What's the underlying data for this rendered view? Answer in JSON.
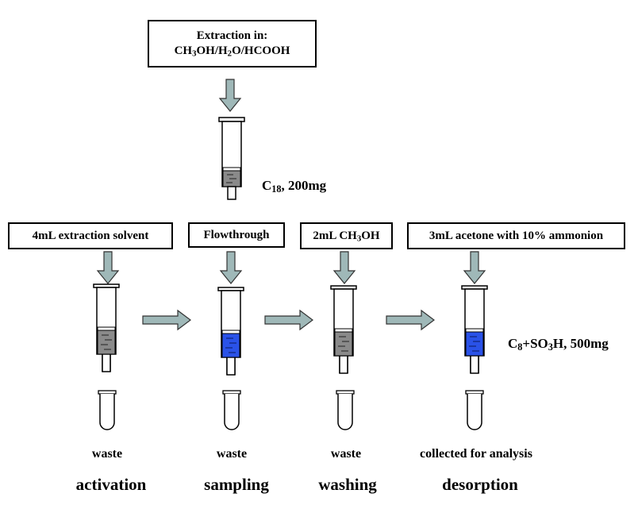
{
  "top_box": {
    "line1": "Extraction in:",
    "line2": "CH3OH/H2O/HCOOH"
  },
  "cartridge_top": {
    "label": "C18, 200mg"
  },
  "cartridge_main": {
    "label": "C8+SO3H, 500mg"
  },
  "steps": [
    {
      "input": "4mL extraction solvent",
      "tube_label": "waste",
      "step_name": "activation"
    },
    {
      "input": "Flowthrough",
      "tube_label": "waste",
      "step_name": "sampling"
    },
    {
      "input": "2mL CH3OH",
      "tube_label": "waste",
      "step_name": "washing"
    },
    {
      "input": "3mL acetone with 10% ammonion",
      "tube_label": "collected for analysis",
      "step_name": "desorption"
    }
  ],
  "colors": {
    "arrow_fill": "#9fb8b8",
    "gray_packing": "#8a8a8a",
    "blue_packing": "#2a52e8",
    "waste_liquid": "#b8dce2",
    "collected_liquid": "#1f3fe0"
  }
}
